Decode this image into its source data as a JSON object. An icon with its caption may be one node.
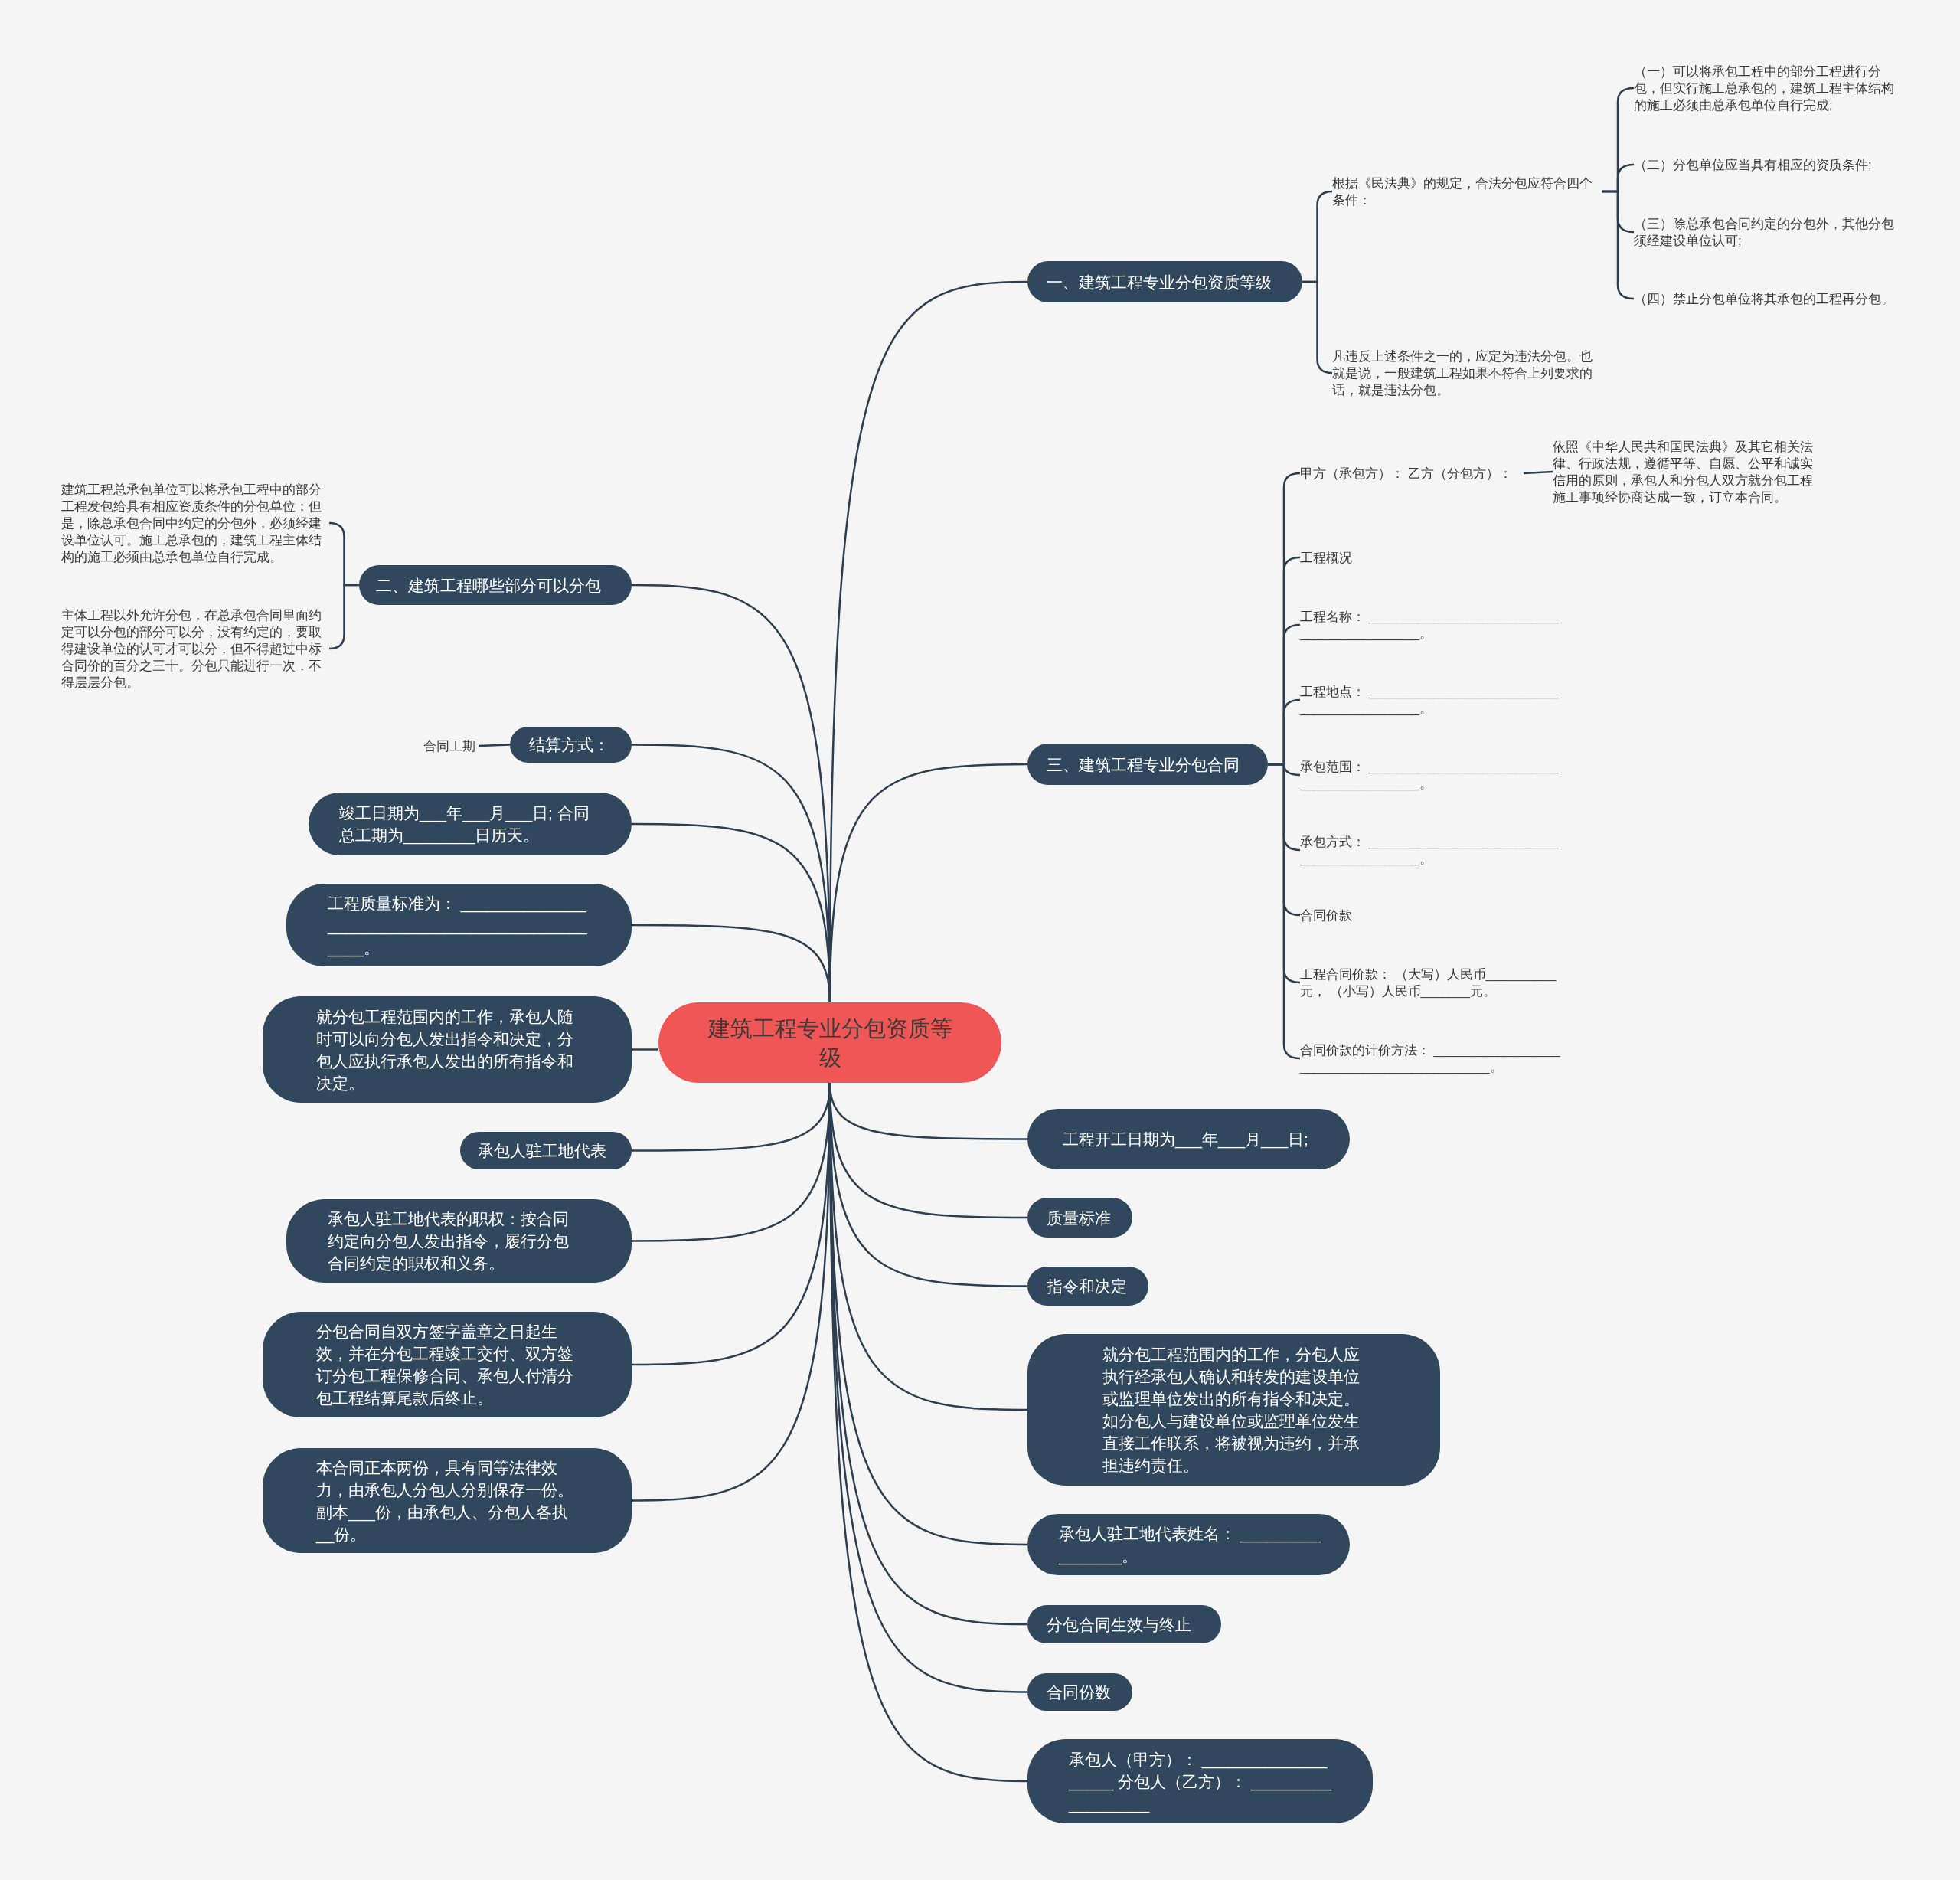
{
  "diagram": {
    "nodes": [
      {
        "text": [
          "建筑工程专业分包资质等级"
        ]
      },
      {
        "text": [
          "一、建筑工程专业分包资质等级"
        ]
      },
      {
        "text": [
          "根据《民法典》的规定，合法分包应符合四个条件："
        ]
      },
      {
        "text": [
          "（一）可以将承包工程中的部分工程进行分包，但实行施工总承包的，建筑工程主体结构的施工必须由总承包单位自行完成;"
        ]
      },
      {
        "text": [
          "（二）分包单位应当具有相应的资质条件;"
        ]
      },
      {
        "text": [
          "（三）除总承包合同约定的分包外，其他分包须经建设单位认可;"
        ]
      },
      {
        "text": [
          "（四）禁止分包单位将其承包的工程再分包。"
        ]
      },
      {
        "text": [
          "凡违反上述条件之一的，应定为违法分包。也就是说，一般建筑工程如果不符合上列要求的话，就是违法分包。"
        ]
      },
      {
        "text": [
          "三、建筑工程专业分包合同"
        ]
      },
      {
        "text": [
          "甲方（承包方）： 乙方（分包方）："
        ]
      },
      {
        "text": [
          "依照《中华人民共和国民法典》及其它相关法律、行政法规，遵循平等、自愿、公平和诚实信用的原则，承包人和分包人双方就分包工程施工事项经协商达成一致，订立本合同。"
        ]
      },
      {
        "text": [
          "工程概况"
        ]
      },
      {
        "text": [
          "工程名称： ____________________________________________。"
        ]
      },
      {
        "text": [
          "工程地点： ____________________________________________。"
        ]
      },
      {
        "text": [
          "承包范围： ____________________________________________。"
        ]
      },
      {
        "text": [
          "承包方式： ____________________________________________。"
        ]
      },
      {
        "text": [
          "合同价款"
        ]
      },
      {
        "text": [
          "工程合同价款： （大写）人民币__________元， （小写）人民币_______元。"
        ]
      },
      {
        "text": [
          "合同价款的计价方法： _____________________________________________。"
        ]
      },
      {
        "text": [
          "工程开工日期为___年___月___日;"
        ]
      },
      {
        "text": [
          "质量标准"
        ]
      },
      {
        "text": [
          "指令和决定"
        ]
      },
      {
        "text": [
          "就分包工程范围内的工作，分包人应执行经承包人确认和转发的建设单位或监理单位发出的所有指令和决定。如分包人与建设单位或监理单位发生直接工作联系，将被视为违约，并承担违约责任。"
        ]
      },
      {
        "text": [
          "承包人驻工地代表姓名： ________________。"
        ]
      },
      {
        "text": [
          "分包合同生效与终止"
        ]
      },
      {
        "text": [
          "合同份数"
        ]
      },
      {
        "text": [
          "承包人（甲方）： ___________________ 分包人（乙方）： __________________"
        ]
      },
      {
        "text": [
          "二、建筑工程哪些部分可以分包"
        ]
      },
      {
        "text": [
          "建筑工程总承包单位可以将承包工程中的部分工程发包给具有相应资质条件的分包单位；但是，除总承包合同中约定的分包外，必须经建设单位认可。施工总承包的，建筑工程主体结构的施工必须由总承包单位自行完成。"
        ]
      },
      {
        "text": [
          "主体工程以外允许分包，在总承包合同里面约定可以分包的部分可以分，没有约定的，要取得建设单位的认可才可以分，但不得超过中标合同价的百分之三十。分包只能进行一次，不得层层分包。"
        ]
      },
      {
        "text": [
          "结算方式："
        ]
      },
      {
        "text": [
          "合同工期"
        ]
      },
      {
        "text": [
          "竣工日期为___年___月___日; 合同总工期为________日历天。"
        ]
      },
      {
        "text": [
          "工程质量标准为： _______________________________________________。"
        ]
      },
      {
        "text": [
          "就分包工程范围内的工作，承包人随时可以向分包人发出指令和决定，分包人应执行承包人发出的所有指令和决定。"
        ]
      },
      {
        "text": [
          "承包人驻工地代表"
        ]
      },
      {
        "text": [
          "承包人驻工地代表的职权：按合同约定向分包人发出指令，履行分包合同约定的职权和义务。"
        ]
      },
      {
        "text": [
          "分包合同自双方签字盖章之日起生效，并在分包工程竣工交付、双方签订分包工程保修合同、承包人付清分包工程结算尾款后终止。"
        ]
      },
      {
        "text": [
          "本合同正本两份，具有同等法律效力，由承包人分包人分别保存一份。副本___份，由承包人、分包人各执__份。"
        ]
      }
    ],
    "edges": [
      {
        "from": 0,
        "to": 1,
        "arrow": "none"
      },
      {
        "from": 1,
        "to": 2,
        "arrow": "none"
      },
      {
        "from": 2,
        "to": 3,
        "arrow": "none"
      },
      {
        "from": 2,
        "to": 4,
        "arrow": "none"
      },
      {
        "from": 2,
        "to": 5,
        "arrow": "none"
      },
      {
        "from": 2,
        "to": 6,
        "arrow": "none"
      },
      {
        "from": 1,
        "to": 7,
        "arrow": "none"
      },
      {
        "from": 0,
        "to": 8,
        "arrow": "none"
      },
      {
        "from": 8,
        "to": 9,
        "arrow": "none"
      },
      {
        "from": 9,
        "to": 10,
        "arrow": "none"
      },
      {
        "from": 8,
        "to": 11,
        "arrow": "none"
      },
      {
        "from": 8,
        "to": 12,
        "arrow": "none"
      },
      {
        "from": 8,
        "to": 13,
        "arrow": "none"
      },
      {
        "from": 8,
        "to": 14,
        "arrow": "none"
      },
      {
        "from": 8,
        "to": 15,
        "arrow": "none"
      },
      {
        "from": 8,
        "to": 16,
        "arrow": "none"
      },
      {
        "from": 8,
        "to": 17,
        "arrow": "none"
      },
      {
        "from": 8,
        "to": 18,
        "arrow": "none"
      },
      {
        "from": 0,
        "to": 19,
        "arrow": "none"
      },
      {
        "from": 0,
        "to": 20,
        "arrow": "none"
      },
      {
        "from": 0,
        "to": 21,
        "arrow": "none"
      },
      {
        "from": 0,
        "to": 22,
        "arrow": "none"
      },
      {
        "from": 0,
        "to": 23,
        "arrow": "none"
      },
      {
        "from": 0,
        "to": 24,
        "arrow": "none"
      },
      {
        "from": 0,
        "to": 25,
        "arrow": "none"
      },
      {
        "from": 0,
        "to": 26,
        "arrow": "none"
      },
      {
        "from": 0,
        "to": 27,
        "arrow": "none"
      },
      {
        "from": 27,
        "to": 28,
        "arrow": "none"
      },
      {
        "from": 27,
        "to": 29,
        "arrow": "none"
      },
      {
        "from": 0,
        "to": 30,
        "arrow": "none"
      },
      {
        "from": 30,
        "to": 31,
        "arrow": "none"
      },
      {
        "from": 0,
        "to": 32,
        "arrow": "none"
      },
      {
        "from": 0,
        "to": 33,
        "arrow": "none"
      },
      {
        "from": 0,
        "to": 34,
        "arrow": "none"
      },
      {
        "from": 0,
        "to": 35,
        "arrow": "none"
      },
      {
        "from": 0,
        "to": 36,
        "arrow": "none"
      },
      {
        "from": 0,
        "to": 37,
        "arrow": "none"
      },
      {
        "from": 0,
        "to": 38,
        "arrow": "none"
      }
    ]
  }
}
